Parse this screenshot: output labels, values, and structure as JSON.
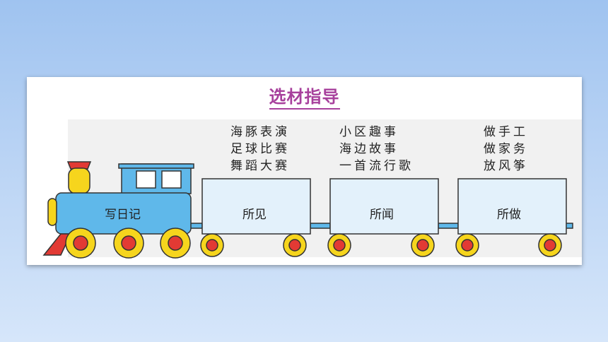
{
  "title": "选材指导",
  "engine": {
    "label": "写日记"
  },
  "cars": [
    {
      "label": "所见",
      "items": [
        "海豚表演",
        "足球比赛",
        "舞蹈大赛"
      ]
    },
    {
      "label": "所闻",
      "items": [
        "小区趣事",
        "海边故事",
        "一首流行歌"
      ]
    },
    {
      "label": "所做",
      "items": [
        "做手工",
        "做家务",
        "放风筝"
      ]
    }
  ],
  "colors": {
    "title": "#a7409c",
    "engine_body": "#5fb8ea",
    "car_body": "#e3f1fb",
    "wheel_outer": "#f6d51d",
    "wheel_inner": "#e23a34",
    "chimney": "#e23a34"
  }
}
